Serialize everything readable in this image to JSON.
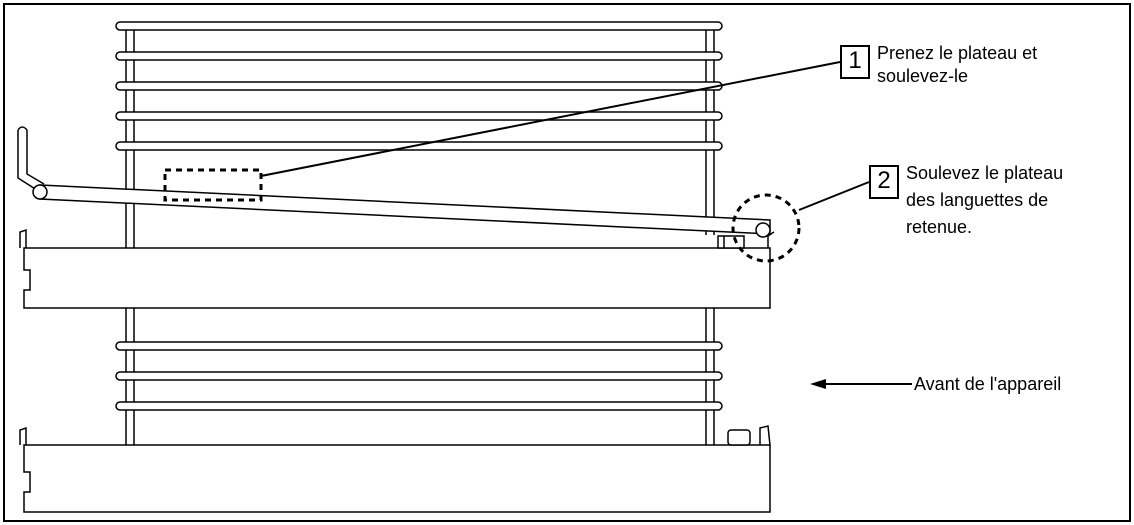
{
  "callouts": [
    {
      "number": "1",
      "text_line1": "Prenez le plateau et",
      "text_line2": "soulevez-le"
    },
    {
      "number": "2",
      "text_line1": "Soulevez le plateau",
      "text_line2": "des languettes de",
      "text_line3": "retenue."
    }
  ],
  "front_label": "Avant de l'appareil",
  "colors": {
    "line": "#000000",
    "background": "#ffffff"
  }
}
